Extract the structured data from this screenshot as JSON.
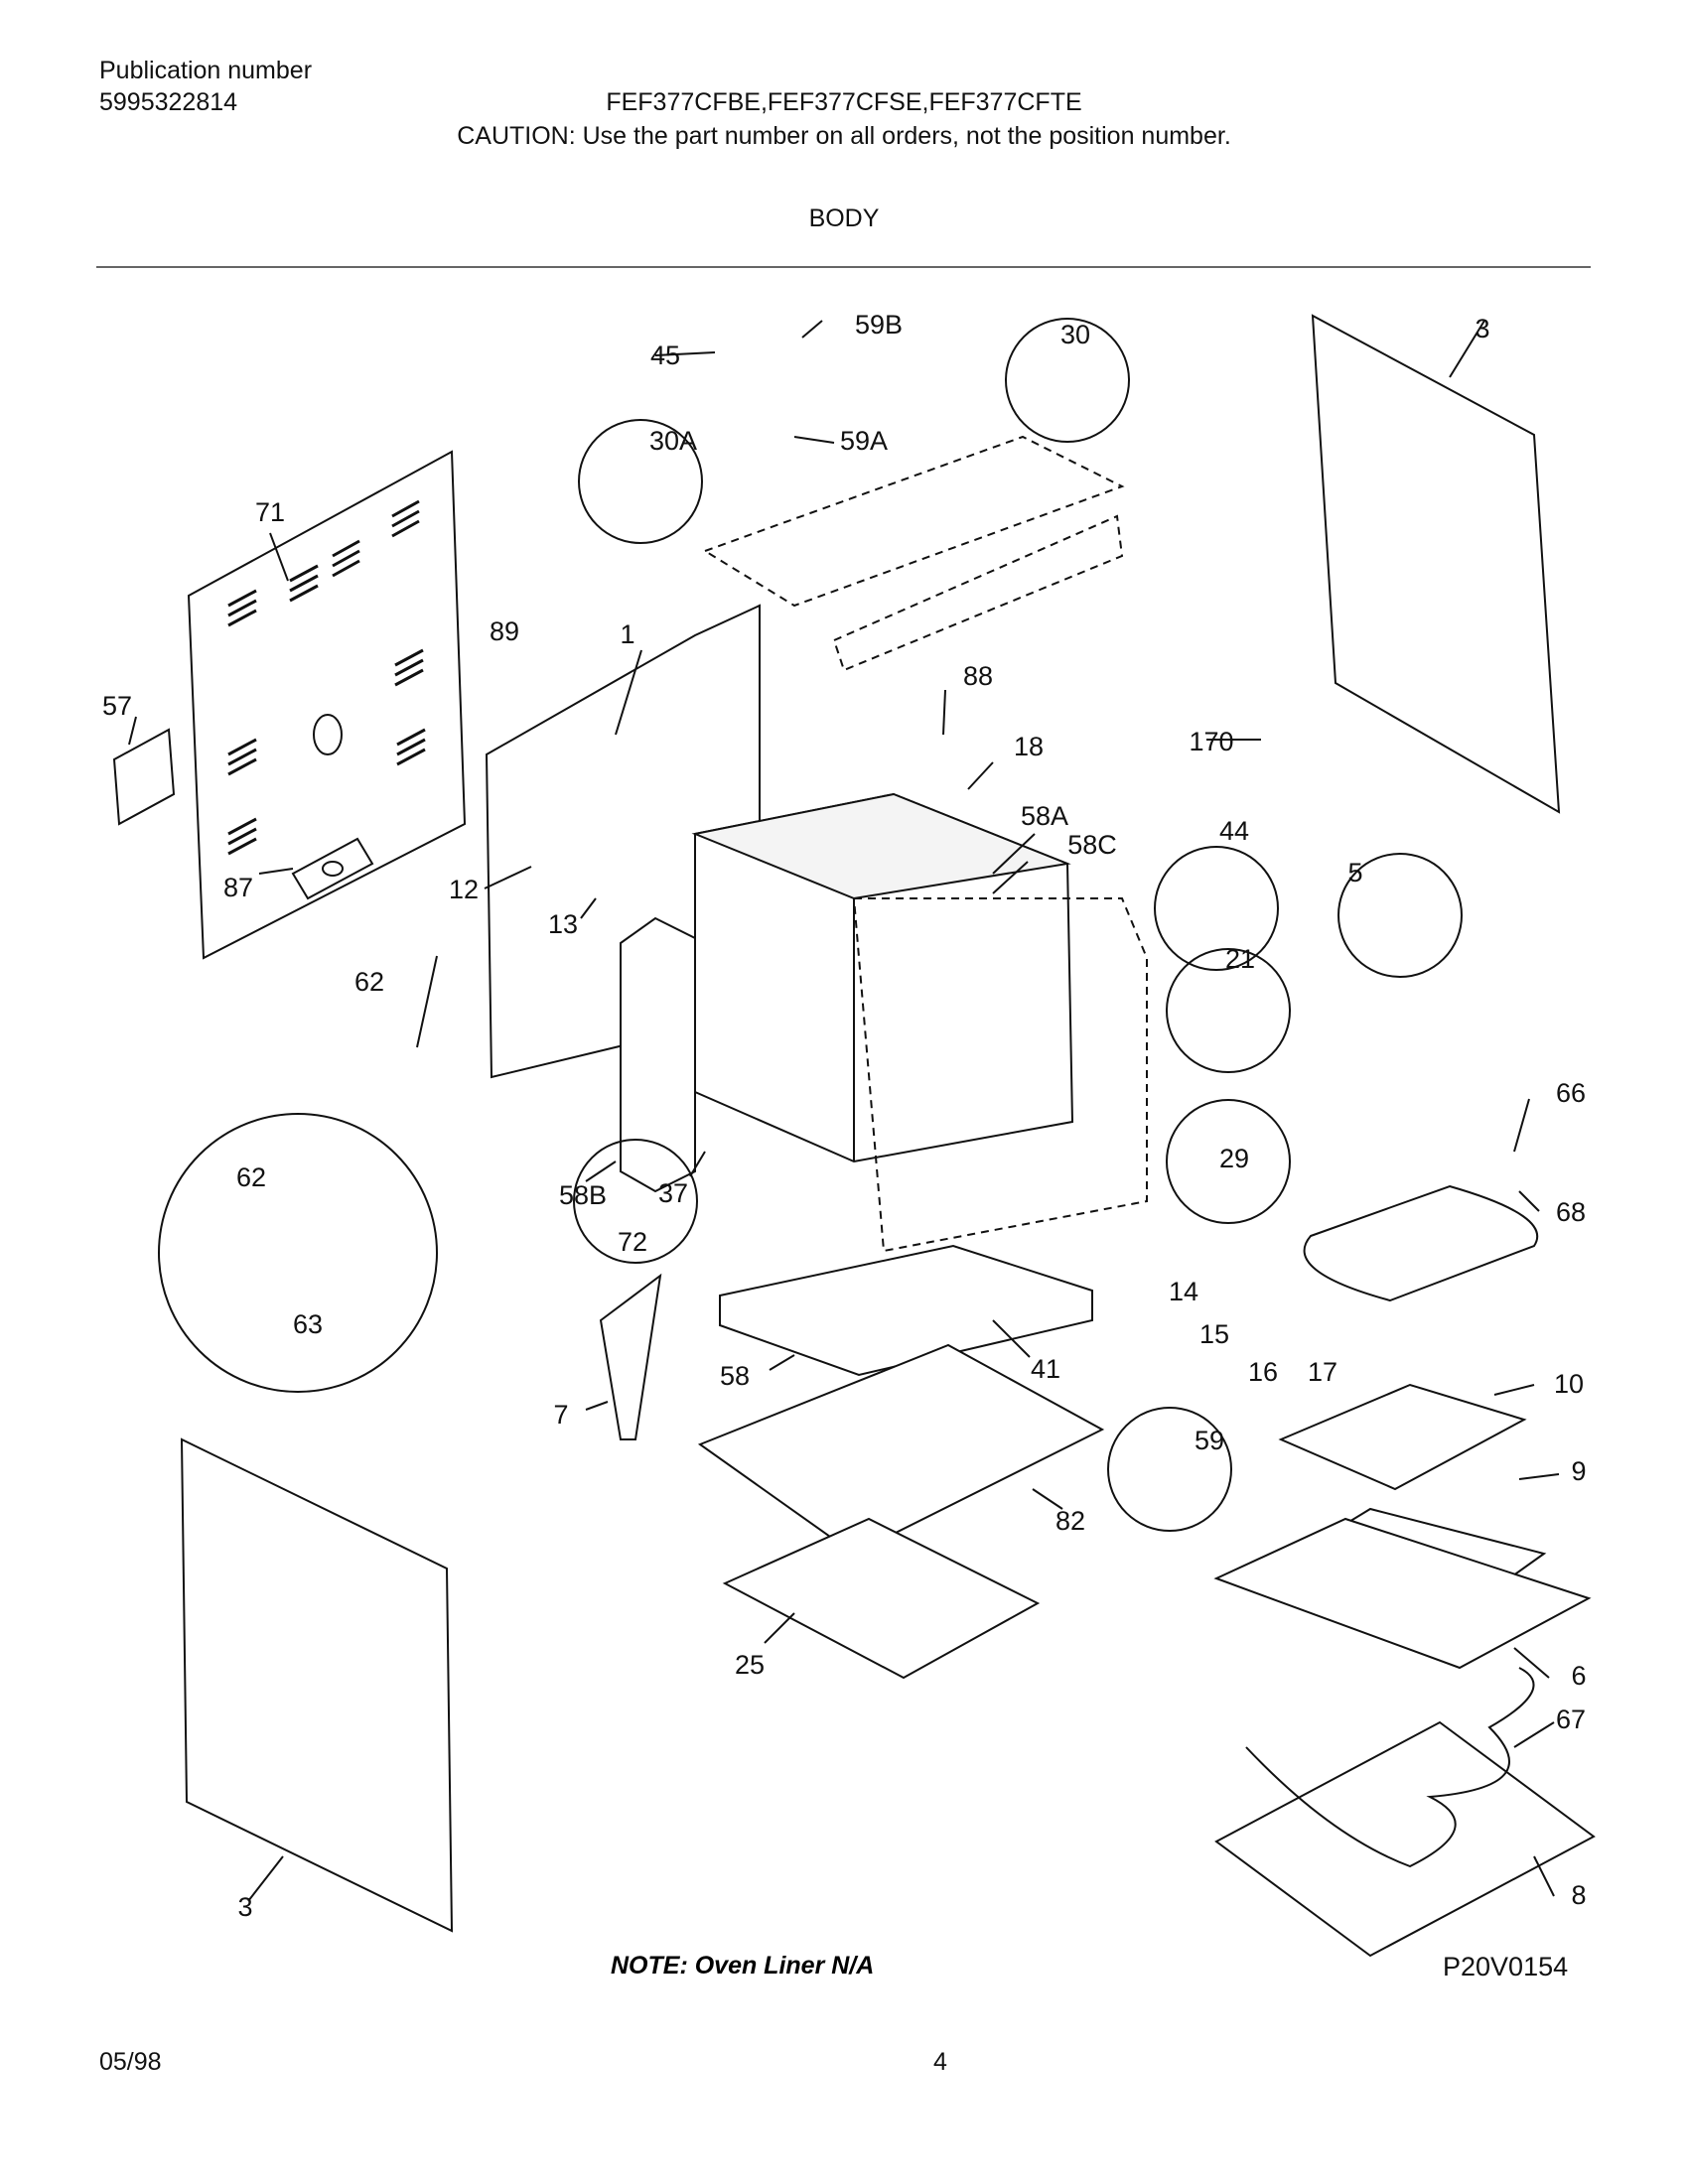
{
  "header": {
    "publication_label": "Publication number",
    "publication_number": "5995322814",
    "models": "FEF377CFBE,FEF377CFSE,FEF377CFTE",
    "caution": "CAUTION:  Use the part number on all orders, not the position number.",
    "section_title": "BODY"
  },
  "callouts": [
    "3",
    "71",
    "57",
    "87",
    "89",
    "1",
    "88",
    "18",
    "12",
    "13",
    "62",
    "58A",
    "58C",
    "58B",
    "37",
    "72",
    "7",
    "58",
    "41",
    "82",
    "25",
    "59",
    "45",
    "59B",
    "59A",
    "30",
    "30A",
    "170",
    "44",
    "5",
    "21",
    "66",
    "68",
    "29",
    "14",
    "15",
    "16",
    "17",
    "10",
    "9",
    "6",
    "67",
    "8",
    "3",
    "62",
    "63"
  ],
  "note": "NOTE:  Oven Liner N/A",
  "diagram_code": "P20V0154",
  "footer": {
    "date": "05/98",
    "page": "4"
  }
}
